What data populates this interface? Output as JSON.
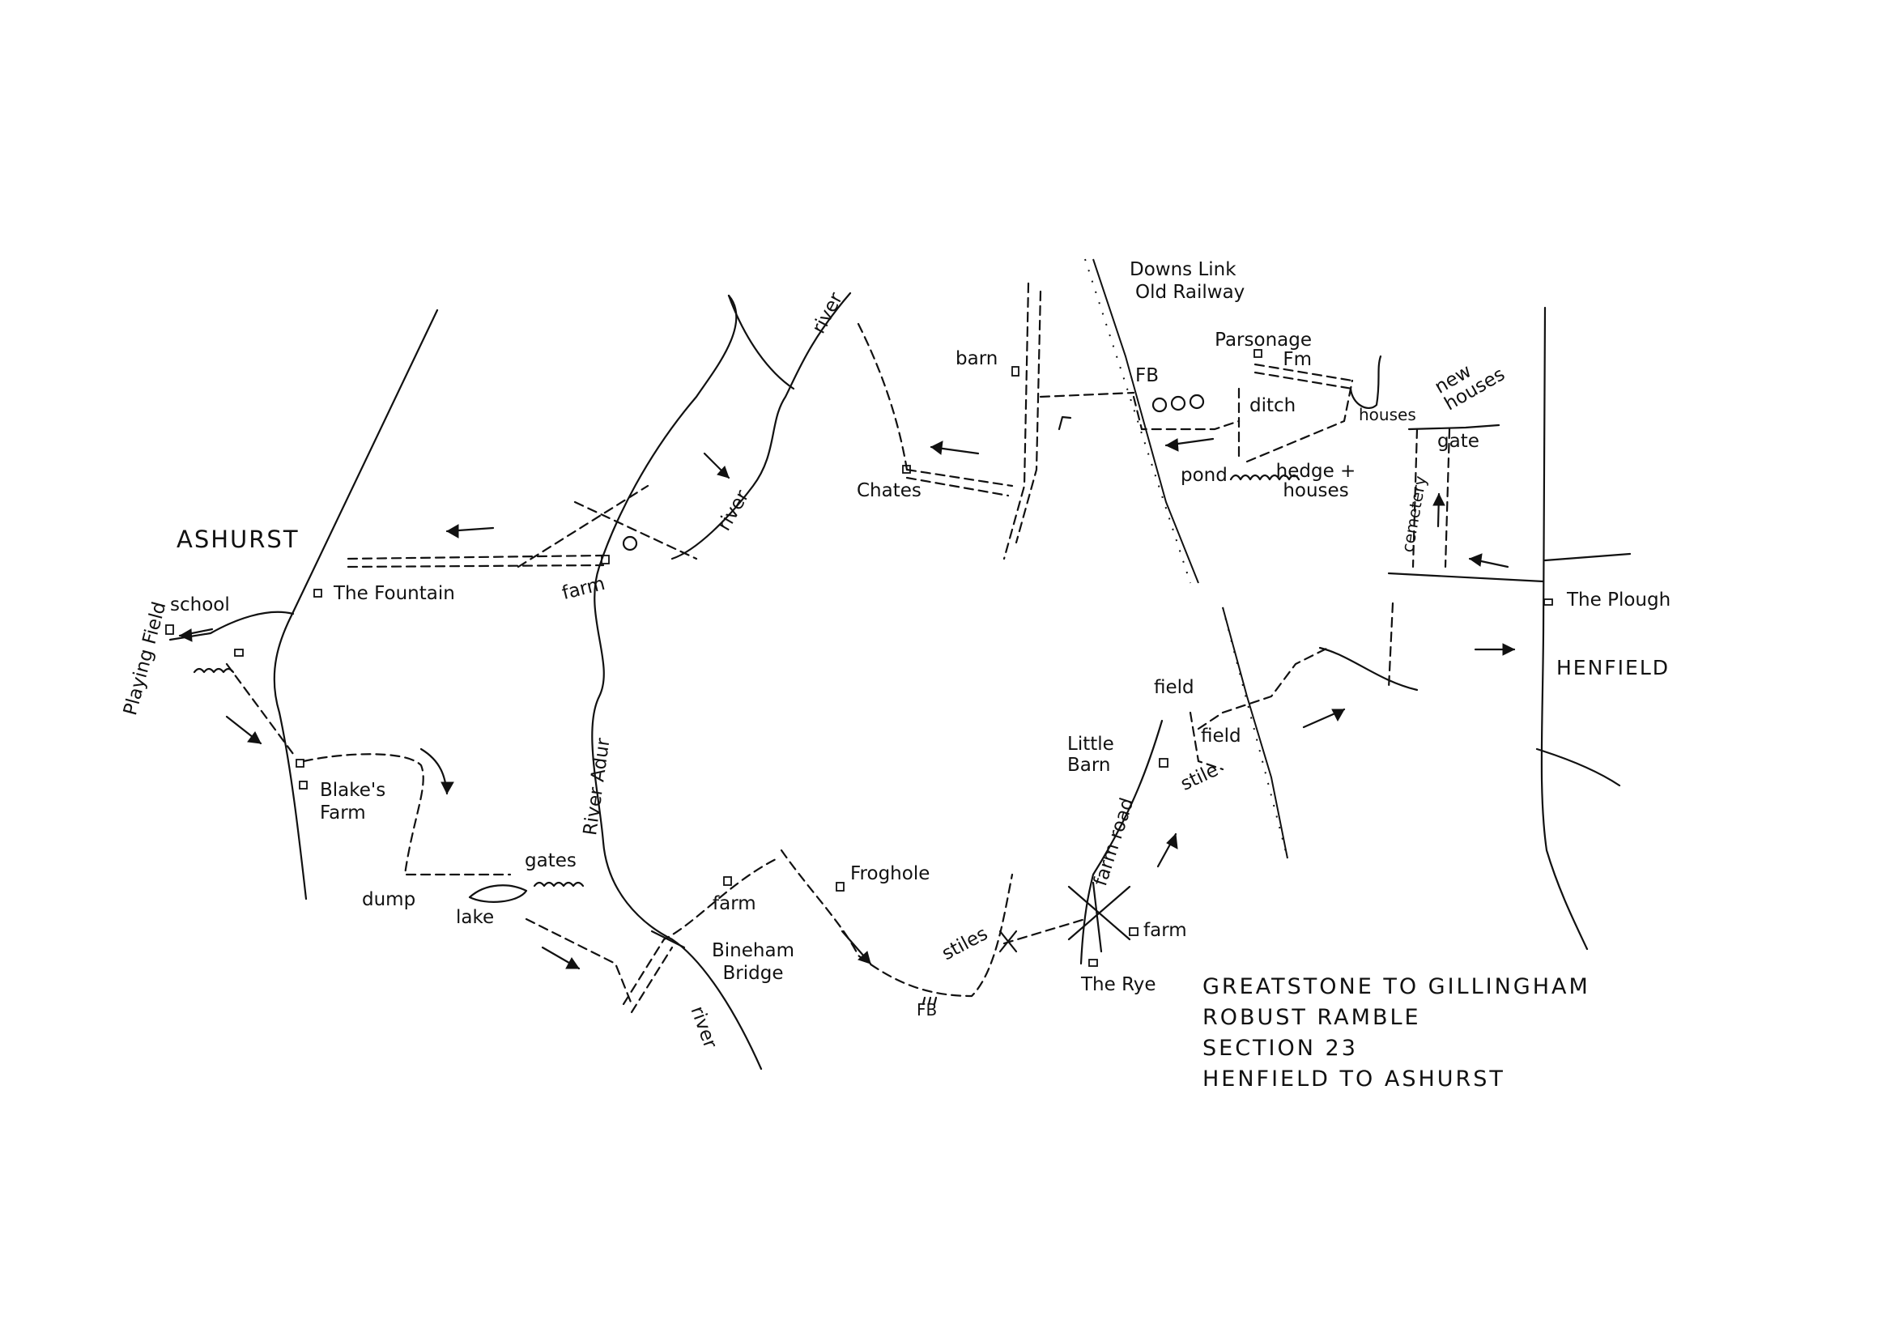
{
  "map": {
    "places": {
      "ashurst": "ASHURST",
      "henfield": "HENFIELD",
      "school": "school",
      "playing_field": "Playing Field",
      "the_fountain": "The Fountain",
      "blakes_farm": "Blake's Farm",
      "dump": "dump",
      "lake": "lake",
      "gates": "gates",
      "farm_west": "farm",
      "river_upper": "river",
      "river_mid": "river",
      "river_adur": "River Adur",
      "river_lower": "river",
      "farm_bineham": "farm",
      "bineham_bridge": "Bineham Bridge",
      "froghole": "Froghole",
      "chates": "Chates",
      "barn": "barn",
      "downs_link": "Downs Link",
      "old_railway": "Old Railway",
      "fb_north": "FB",
      "parsonage_fm": "Parsonage Fm",
      "new_houses": "new houses",
      "houses": "houses",
      "ditch": "ditch",
      "pond": "pond",
      "hedge_houses": "hedge + houses",
      "cemetery": "cemetery",
      "gate": "gate",
      "the_plough": "The Plough",
      "field_upper": "field",
      "field_lower": "field",
      "little_barn": "Little Barn",
      "stile": "stile",
      "farm_road": "farm road",
      "farm_rye": "farm",
      "the_rye": "The Rye",
      "stiles": "stiles",
      "fb_south": "FB"
    },
    "title_lines": [
      "GREATSTONE TO GILLINGHAM",
      "ROBUST RAMBLE",
      "SECTION 23",
      "HENFIELD TO ASHURST"
    ]
  }
}
